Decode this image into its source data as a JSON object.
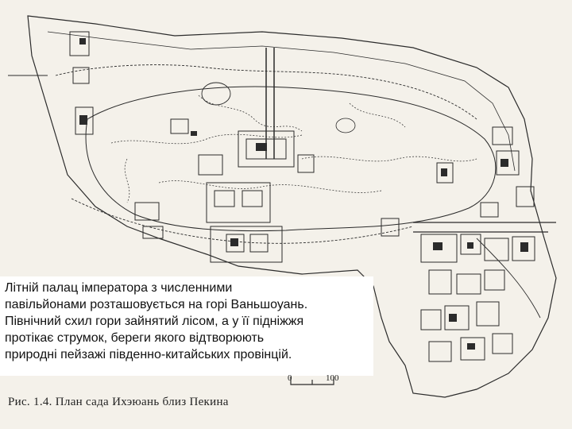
{
  "caption": {
    "text": "Літній палац імператора з численними\nпавільйонами розташовується на горі Ваньшоуань.\nПівнічний схил гори зайнятий лісом, а у її підніжжя\nпротікає струмок, береги якого відтворюють\nприродні пейзажі південно-китайських провінцій."
  },
  "figure": {
    "caption": "Рис. 1.4. План сада Ихэюань близ Пекина"
  },
  "scale_bar": {
    "start_label": "0",
    "end_label": "100"
  },
  "colors": {
    "paper": "#f4f1ea",
    "ink": "#2b2b2b",
    "caption_bg": "#ffffff"
  }
}
